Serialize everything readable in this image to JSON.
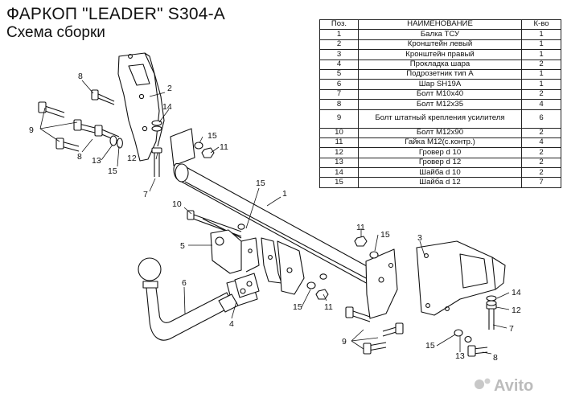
{
  "header": {
    "title": "ФАРКОП \"LEADER\" S304-A",
    "subtitle": "Схема сборки"
  },
  "parts_table": {
    "columns": [
      "Поз.",
      "НАИМЕНОВАНИЕ",
      "К-во"
    ],
    "rows": [
      {
        "pos": "1",
        "name": "Балка ТСУ",
        "qty": "1"
      },
      {
        "pos": "2",
        "name": "Кронштейн левый",
        "qty": "1"
      },
      {
        "pos": "3",
        "name": "Кронштейн правый",
        "qty": "1"
      },
      {
        "pos": "4",
        "name": "Прокладка шара",
        "qty": "2"
      },
      {
        "pos": "5",
        "name": "Подрозетник тип А",
        "qty": "1"
      },
      {
        "pos": "6",
        "name": "Шар SH19A",
        "qty": "1"
      },
      {
        "pos": "7",
        "name": "Болт М10х40",
        "qty": "2"
      },
      {
        "pos": "8",
        "name": "Болт М12х35",
        "qty": "4"
      },
      {
        "pos": "9",
        "name": "Болт штатный крепления усилителя",
        "qty": "6"
      },
      {
        "pos": "10",
        "name": "Болт М12х90",
        "qty": "2"
      },
      {
        "pos": "11",
        "name": "Гайка М12(с.контр.)",
        "qty": "4"
      },
      {
        "pos": "12",
        "name": "Гровер d 10",
        "qty": "2"
      },
      {
        "pos": "13",
        "name": "Гровер d 12",
        "qty": "2"
      },
      {
        "pos": "14",
        "name": "Шайба d 10",
        "qty": "2"
      },
      {
        "pos": "15",
        "name": "Шайба d 12",
        "qty": "7"
      }
    ]
  },
  "callouts": {
    "n1": "1",
    "n2": "2",
    "n3": "3",
    "n4": "4",
    "n5": "5",
    "n6": "6",
    "n7a": "7",
    "n7b": "7",
    "n8a": "8",
    "n8b": "8",
    "n8c": "8",
    "n9a": "9",
    "n9b": "9",
    "n10": "10",
    "n11a": "11",
    "n11b": "11",
    "n11c": "11",
    "n12a": "12",
    "n12b": "12",
    "n13a": "13",
    "n13b": "13",
    "n14a": "14",
    "n14b": "14",
    "n15a": "15",
    "n15b": "15",
    "n15c": "15",
    "n15d": "15",
    "n15e": "15",
    "n15f": "15"
  },
  "watermark": "Avito"
}
